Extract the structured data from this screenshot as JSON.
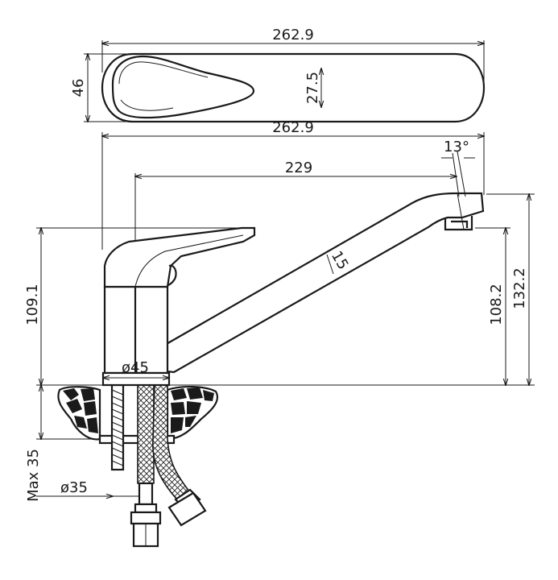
{
  "dimensions": {
    "top_width": "262.9",
    "top_height": "46",
    "top_handle_width": "27.5",
    "side_width": "262.9",
    "spout_reach": "229",
    "spout_angle": "13°",
    "spout_diameter": "15",
    "body_height": "109.1",
    "outlet_height": "108.2",
    "total_height": "132.2",
    "base_diameter": "ø45",
    "max_thickness": "Max 35",
    "hole_diameter": "ø35"
  },
  "colors": {
    "line": "#1a1a1a",
    "background": "#ffffff"
  }
}
